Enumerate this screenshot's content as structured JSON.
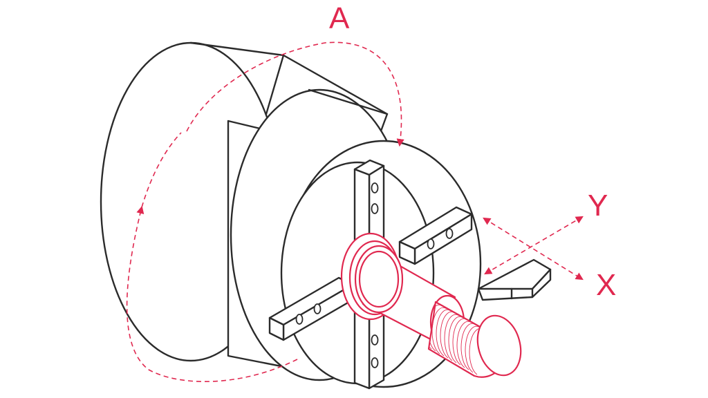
{
  "labels": {
    "rotation": "A",
    "y_axis": "Y",
    "x_axis": "X"
  },
  "colors": {
    "accent": "#e0284f",
    "line": "#2b2b2b",
    "background": "#ffffff"
  },
  "icons": {
    "rotation_arrow": "dashed-curved-arrow-icon",
    "axis_arrows": "dashed-double-arrow-icon"
  }
}
